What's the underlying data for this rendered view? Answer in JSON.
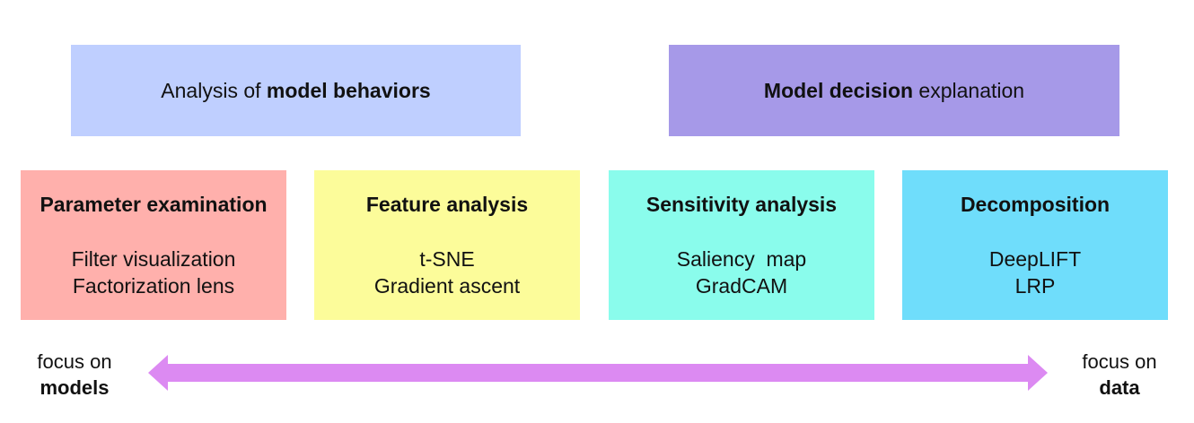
{
  "top_boxes": [
    {
      "pre": "Analysis of ",
      "bold": "model behaviors",
      "post": "",
      "color": "#BFCFFF"
    },
    {
      "pre": "",
      "bold": "Model decision",
      "post": " explanation",
      "color": "#A699E8"
    }
  ],
  "categories": [
    {
      "title": "Parameter examination",
      "items": [
        "Filter visualization",
        "Factorization lens"
      ],
      "color": "#FFB0AC"
    },
    {
      "title": "Feature analysis",
      "items": [
        "t-SNE",
        "Gradient ascent"
      ],
      "color": "#FCFC9A"
    },
    {
      "title": "Sensitivity analysis",
      "items": [
        "Saliency  map",
        "GradCAM"
      ],
      "color": "#8AFCEC"
    },
    {
      "title": "Decomposition",
      "items": [
        "DeepLIFT",
        "LRP"
      ],
      "color": "#6FDDFB"
    }
  ],
  "focus_left": {
    "line1": "focus on",
    "line2": "models"
  },
  "focus_right": {
    "line1": "focus on",
    "line2": "data"
  },
  "arrow_color": "#DC8AF2"
}
